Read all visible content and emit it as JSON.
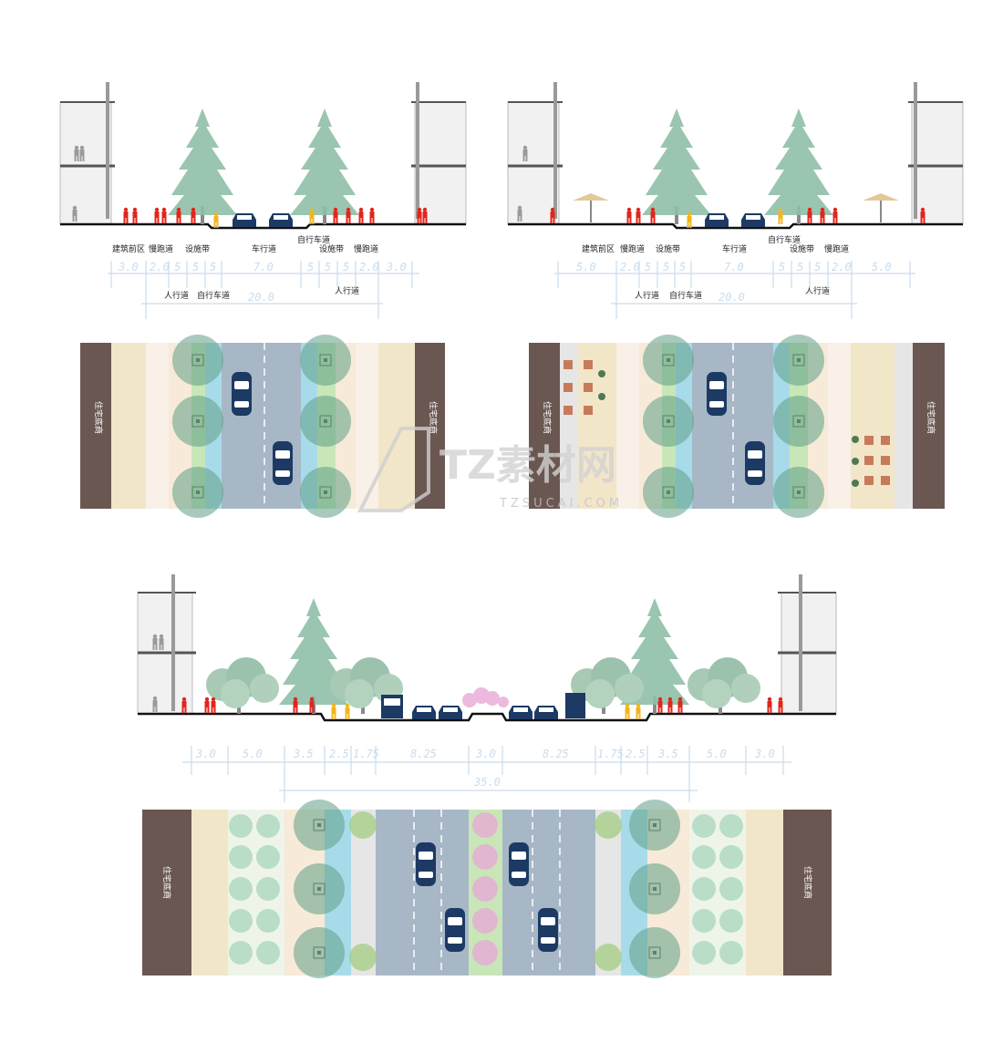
{
  "section1": {
    "labels": {
      "front": "建筑前区",
      "jog_l": "慢跑道",
      "facility_l": "设施带",
      "road": "车行道",
      "bike_r": "自行车道",
      "facility_r": "设施带",
      "jog_r": "慢跑道",
      "walk_l": "人行道",
      "bike_l": "自行车道",
      "walk_r": "人行道"
    },
    "dims": [
      "3.0",
      "2.0",
      "5",
      "5",
      "5",
      "7.0",
      "5",
      "5",
      "5",
      "2.0",
      "3.0"
    ],
    "total": "20.0",
    "shop_left": "住宅底商",
    "shop_right": "住宅底商"
  },
  "section2": {
    "labels": {
      "front": "建筑前区",
      "jog_l": "慢跑道",
      "facility_l": "设施带",
      "road": "车行道",
      "bike_r": "自行车道",
      "facility_r": "设施带",
      "jog_r": "慢跑道",
      "walk_l": "人行道",
      "bike_l": "自行车道",
      "walk_r": "人行道"
    },
    "dims": [
      "5.0",
      "2.0",
      "5",
      "5",
      "5",
      "7.0",
      "5",
      "5",
      "5",
      "2.0",
      "5.0"
    ],
    "total": "20.0",
    "shop_left": "住宅底商",
    "shop_right": "住宅底商"
  },
  "section3": {
    "dims": [
      "3.0",
      "5.0",
      "3.5",
      "2.5",
      "1.75",
      "8.25",
      "3.0",
      "8.25",
      "1.75",
      "2.5",
      "3.5",
      "5.0",
      "3.0"
    ],
    "total": "35.0",
    "shop_left": "住宅底商",
    "shop_right": "住宅底商"
  },
  "watermark": {
    "brand": "TZ素材网",
    "url": "TZSUCAI.COM"
  },
  "colors": {
    "building": "#6b5751",
    "sand": "#f2e6c9",
    "pale": "#f9f0e8",
    "road": "#a7b7c6",
    "bike": "#a8dbe9",
    "green": "#c8e6b7",
    "tree": "#8fbfa8",
    "car": "#1c3a63",
    "person": "#e1251b",
    "cyclist": "#f2b51c",
    "dim": "#c9dcec",
    "blossom": "#e8a8d8"
  }
}
